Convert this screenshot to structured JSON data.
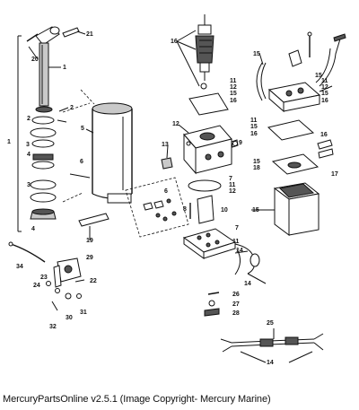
{
  "diagram": {
    "callouts": {
      "c1a": "1",
      "c1b": "1",
      "c21": "21",
      "c20": "20",
      "c2a": "2",
      "c2b": "2",
      "c3a": "3",
      "c3b": "3",
      "c4a": "4",
      "c4b": "4",
      "c5": "5",
      "c6a": "6",
      "c6b": "6",
      "c19": "19",
      "c16a": "16",
      "c15a": "15",
      "c11a": "11",
      "c12a": "12",
      "c15b": "15",
      "c16b": "16",
      "c15c": "15",
      "c11b": "11",
      "c12b": "12",
      "c15d": "15",
      "c16c": "16",
      "c12c": "12",
      "c13": "13",
      "c9": "9",
      "c11c": "11",
      "c15e": "15",
      "c16d": "16",
      "c16e": "16",
      "c15f": "15",
      "c18": "18",
      "c17": "17",
      "c15g": "15",
      "c7a": "7",
      "c11d": "11",
      "c12d": "12",
      "c8": "8",
      "c10": "10",
      "c7b": "7",
      "c11e": "11",
      "c14a": "14",
      "c14b": "14",
      "c34": "34",
      "c29": "29",
      "c23": "23",
      "c24": "24",
      "c22": "22",
      "c30": "30",
      "c31": "31",
      "c32": "32",
      "c26": "26",
      "c27": "27",
      "c28": "28",
      "c25": "25",
      "c14c": "14"
    },
    "caption": "MercuryPartsOnline v2.5.1 (Image Copyright- Mercury Marine)"
  }
}
